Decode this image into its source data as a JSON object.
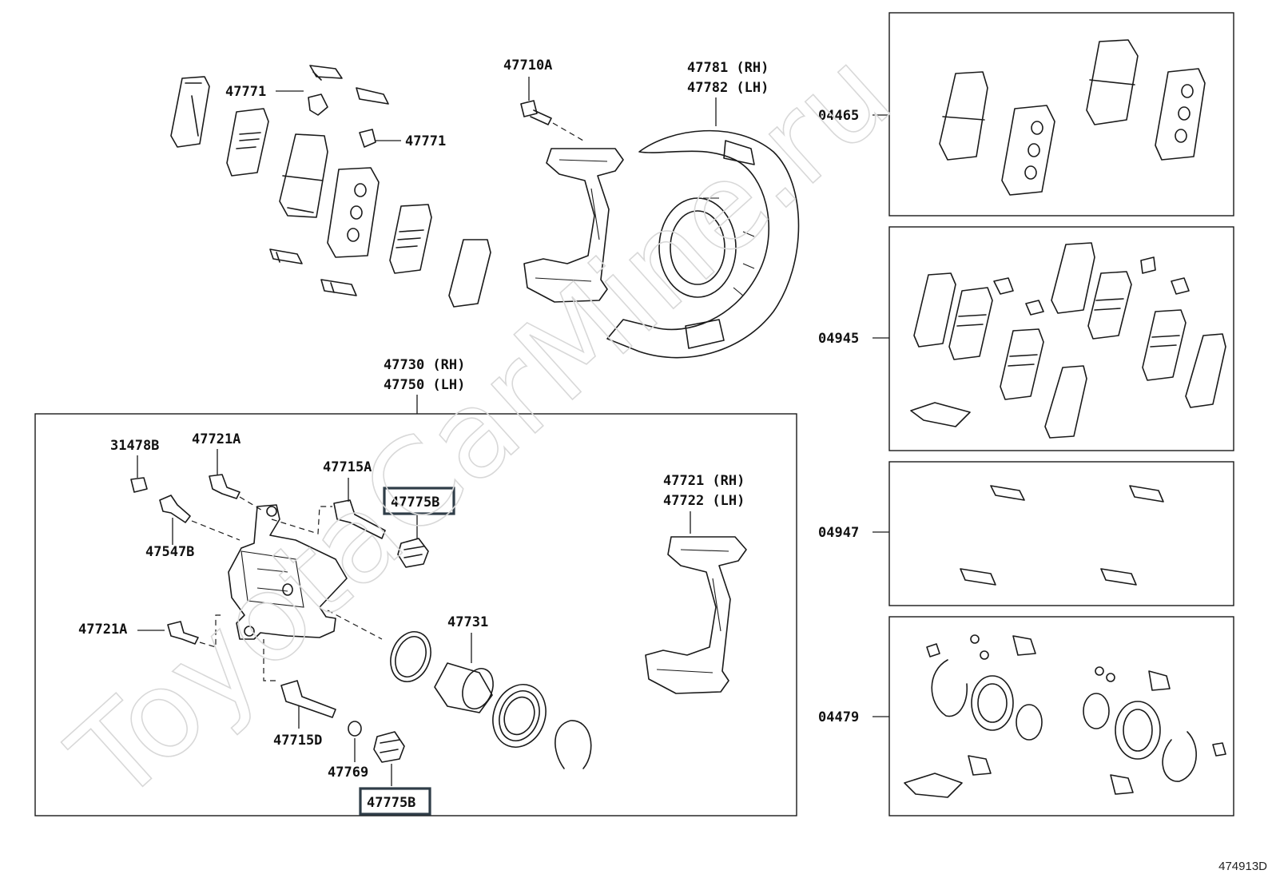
{
  "labels": {
    "p47771_top": "47771",
    "p47771_right": "47771",
    "p47710A": "47710A",
    "p47781": "47781 (RH)",
    "p47782": "47782 (LH)",
    "p47730": "47730 (RH)",
    "p47750": "47750 (LH)",
    "p31478B": "31478B",
    "p47721A_top": "47721A",
    "p47715A": "47715A",
    "p47775B_top": "47775B",
    "p47547B": "47547B",
    "p47721": "47721 (RH)",
    "p47722": "47722 (LH)",
    "p47721A_left": "47721A",
    "p47731": "47731",
    "p47715D": "47715D",
    "p47769": "47769",
    "p47775B_bottom": "47775B",
    "p04465": "04465",
    "p04945": "04945",
    "p04947": "04947",
    "p04479": "04479"
  },
  "watermark": "ToyotaCarMine.ru",
  "diagram_code": "474913D",
  "colors": {
    "highlight_box": "#2f3d48",
    "line": "#1a1a1a",
    "watermark": "#d8d8d8"
  }
}
